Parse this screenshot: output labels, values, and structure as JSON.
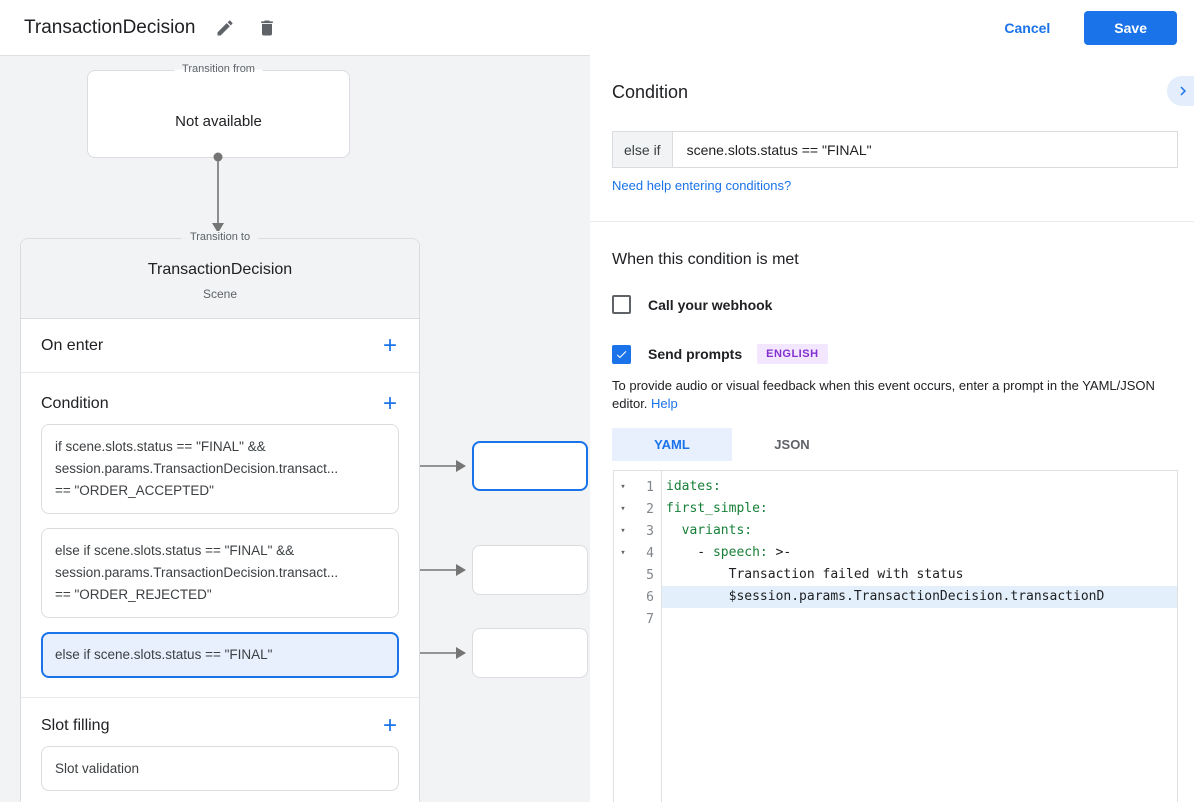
{
  "header": {
    "title": "TransactionDecision",
    "cancel_label": "Cancel",
    "save_label": "Save"
  },
  "colors": {
    "accent": "#1a73e8",
    "selection_bg": "#e8f0fe",
    "canvas_bg": "#f1f3f4",
    "code_key_green": "#188038",
    "badge_bg": "#f2e7fe",
    "badge_text": "#8430ce"
  },
  "canvas": {
    "transition_from": {
      "legend": "Transition from",
      "content": "Not available"
    },
    "scene": {
      "legend": "Transition to",
      "title": "TransactionDecision",
      "subtitle": "Scene",
      "on_enter_label": "On enter",
      "add_icon": "+",
      "condition_label": "Condition",
      "condition_cards": [
        {
          "selected": false,
          "lines": [
            "if scene.slots.status == \"FINAL\" &&",
            "session.params.TransactionDecision.transact...",
            "== \"ORDER_ACCEPTED\""
          ]
        },
        {
          "selected": false,
          "lines": [
            "else if scene.slots.status == \"FINAL\" &&",
            "session.params.TransactionDecision.transact...",
            "== \"ORDER_REJECTED\""
          ]
        },
        {
          "selected": true,
          "lines": [
            "else if scene.slots.status == \"FINAL\""
          ]
        }
      ],
      "slot_filling_label": "Slot filling",
      "slot_cards": [
        {
          "label": "Slot validation"
        }
      ]
    },
    "target_boxes": [
      {
        "selected": true
      },
      {
        "selected": false
      },
      {
        "selected": false
      }
    ]
  },
  "detail": {
    "heading": "Condition",
    "condition_row": {
      "prefix": "else if",
      "value": "scene.slots.status == \"FINAL\""
    },
    "help_link": "Need help entering conditions?",
    "section_heading": "When this condition is met",
    "webhook": {
      "label": "Call your webhook",
      "checked": false
    },
    "prompts": {
      "label": "Send prompts",
      "checked": true,
      "badge": "ENGLISH"
    },
    "description": "To provide audio or visual feedback when this event occurs, enter a prompt in the YAML/JSON editor.",
    "description_help_label": "Help",
    "tabs": [
      {
        "label": "YAML",
        "active": true
      },
      {
        "label": "JSON",
        "active": false
      }
    ],
    "editor_lines": [
      {
        "num": 1,
        "fold": true,
        "highlight": false,
        "segments": [
          {
            "text": "idates:",
            "type": "key"
          }
        ]
      },
      {
        "num": 2,
        "fold": true,
        "highlight": false,
        "segments": [
          {
            "text": "first_simple:",
            "type": "key"
          }
        ]
      },
      {
        "num": 3,
        "fold": true,
        "highlight": false,
        "segments": [
          {
            "text": "  ",
            "type": "plain"
          },
          {
            "text": "variants:",
            "type": "key"
          }
        ]
      },
      {
        "num": 4,
        "fold": true,
        "highlight": false,
        "segments": [
          {
            "text": "    - ",
            "type": "plain"
          },
          {
            "text": "speech:",
            "type": "key"
          },
          {
            "text": " >-",
            "type": "plain"
          }
        ]
      },
      {
        "num": 5,
        "fold": false,
        "highlight": false,
        "segments": [
          {
            "text": "        Transaction failed with status",
            "type": "plain"
          }
        ]
      },
      {
        "num": 6,
        "fold": false,
        "highlight": true,
        "segments": [
          {
            "text": "        $session.params.TransactionDecision.transactionD",
            "type": "plain"
          }
        ]
      },
      {
        "num": 7,
        "fold": false,
        "highlight": false,
        "segments": []
      }
    ]
  }
}
